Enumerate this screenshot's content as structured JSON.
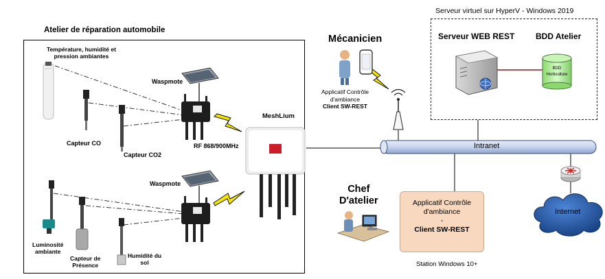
{
  "atelier": {
    "title": "Atelier de réparation automobile",
    "sensor_temp": "Température, humidité et pression ambiantes",
    "sensor_temp_lines": [
      "Température, humidité et",
      "pression ambiantes"
    ],
    "sensor_co": "Capteur CO",
    "sensor_co2": "Capteur CO2",
    "waspmote_top": "Waspmote",
    "waspmote_bottom": "Waspmote",
    "rf_label": "RF 868/900MHz",
    "meshlium": "MeshLium",
    "sensor_lum": [
      "Luminosité",
      "ambiante"
    ],
    "sensor_presence": [
      "Capteur de",
      "Présence"
    ],
    "sensor_soil": [
      "Humidité du",
      "sol"
    ]
  },
  "mecanicien": {
    "title": "Mécanicien",
    "app_lines": [
      "Applicatif Contrôle",
      "d'ambiance"
    ],
    "client": "Client SW-REST"
  },
  "chef": {
    "title_lines": [
      "Chef",
      "D'atelier"
    ]
  },
  "station": {
    "app_lines": [
      "Applicatif Contrôle",
      "d'ambiance",
      "-"
    ],
    "client": "Client SW-REST",
    "caption": "Station Windows 10+"
  },
  "serveur": {
    "caption": "Serveur virtuel sur HyperV - Windows 2019",
    "web_title": "Serveur WEB REST",
    "db_title": "BDD Atelier",
    "db_labels": [
      "BDD",
      "Horticulture"
    ]
  },
  "network": {
    "intranet": "Intranet",
    "internet": "Internet"
  },
  "colors": {
    "pipe_fill": "#c6d3ec",
    "station_fill": "#f8d9bf",
    "db_fill": "#b9f0a8",
    "lightning": "#f5e400",
    "cloud": "#2d5fa8",
    "router": "#cc2222"
  }
}
